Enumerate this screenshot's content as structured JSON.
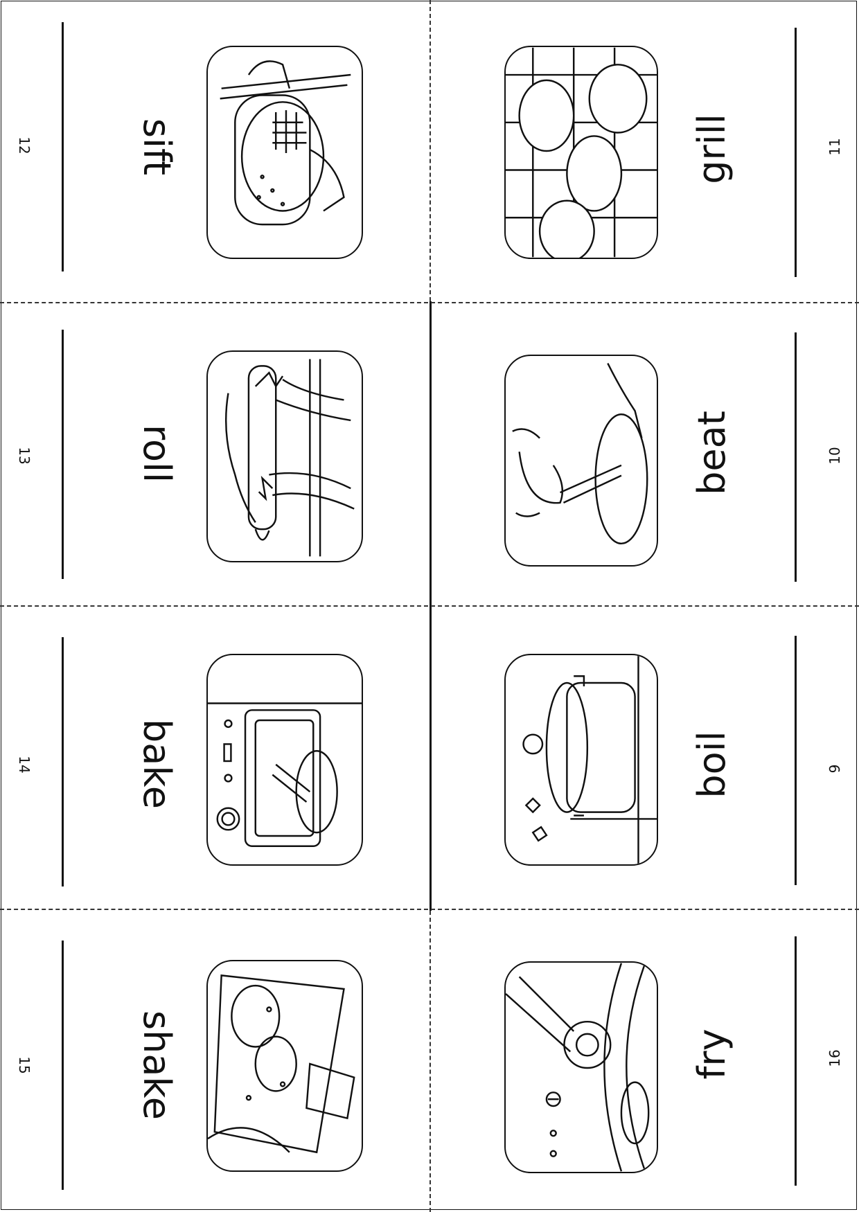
{
  "cards": [
    {
      "number": "12",
      "word": "sift",
      "icon": "sift-illustration-icon"
    },
    {
      "number": "13",
      "word": "roll",
      "icon": "roll-illustration-icon"
    },
    {
      "number": "14",
      "word": "bake",
      "icon": "bake-illustration-icon"
    },
    {
      "number": "15",
      "word": "shake",
      "icon": "shake-illustration-icon"
    },
    {
      "number": "11",
      "word": "grill",
      "icon": "grill-illustration-icon"
    },
    {
      "number": "10",
      "word": "beat",
      "icon": "beat-illustration-icon"
    },
    {
      "number": "9",
      "word": "boil",
      "icon": "boil-illustration-icon"
    },
    {
      "number": "16",
      "word": "fry",
      "icon": "fry-illustration-icon"
    }
  ]
}
